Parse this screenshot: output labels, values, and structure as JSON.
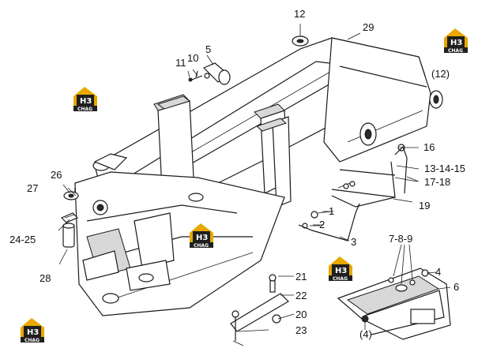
{
  "callouts": {
    "c12": "12",
    "c29": "29",
    "c5": "5",
    "c10": "10",
    "c11": "11",
    "c12p": "(12)",
    "c16": "16",
    "c13_15": "13-14-15",
    "c17_18": "17-18",
    "c26": "26",
    "c27": "27",
    "c19": "19",
    "c1": "1",
    "c2": "2",
    "c3": "3",
    "c24_25": "24-25",
    "c7_9": "7-8-9",
    "c4": "4",
    "c6": "6",
    "c28": "28",
    "c21": "21",
    "c22": "22",
    "c20": "20",
    "c23": "23",
    "c4p": "(4)"
  },
  "watermark": {
    "brand": "H3",
    "sub": "CHAG",
    "colors": {
      "gold": "#e8a800",
      "dark": "#1f1f1f"
    }
  }
}
